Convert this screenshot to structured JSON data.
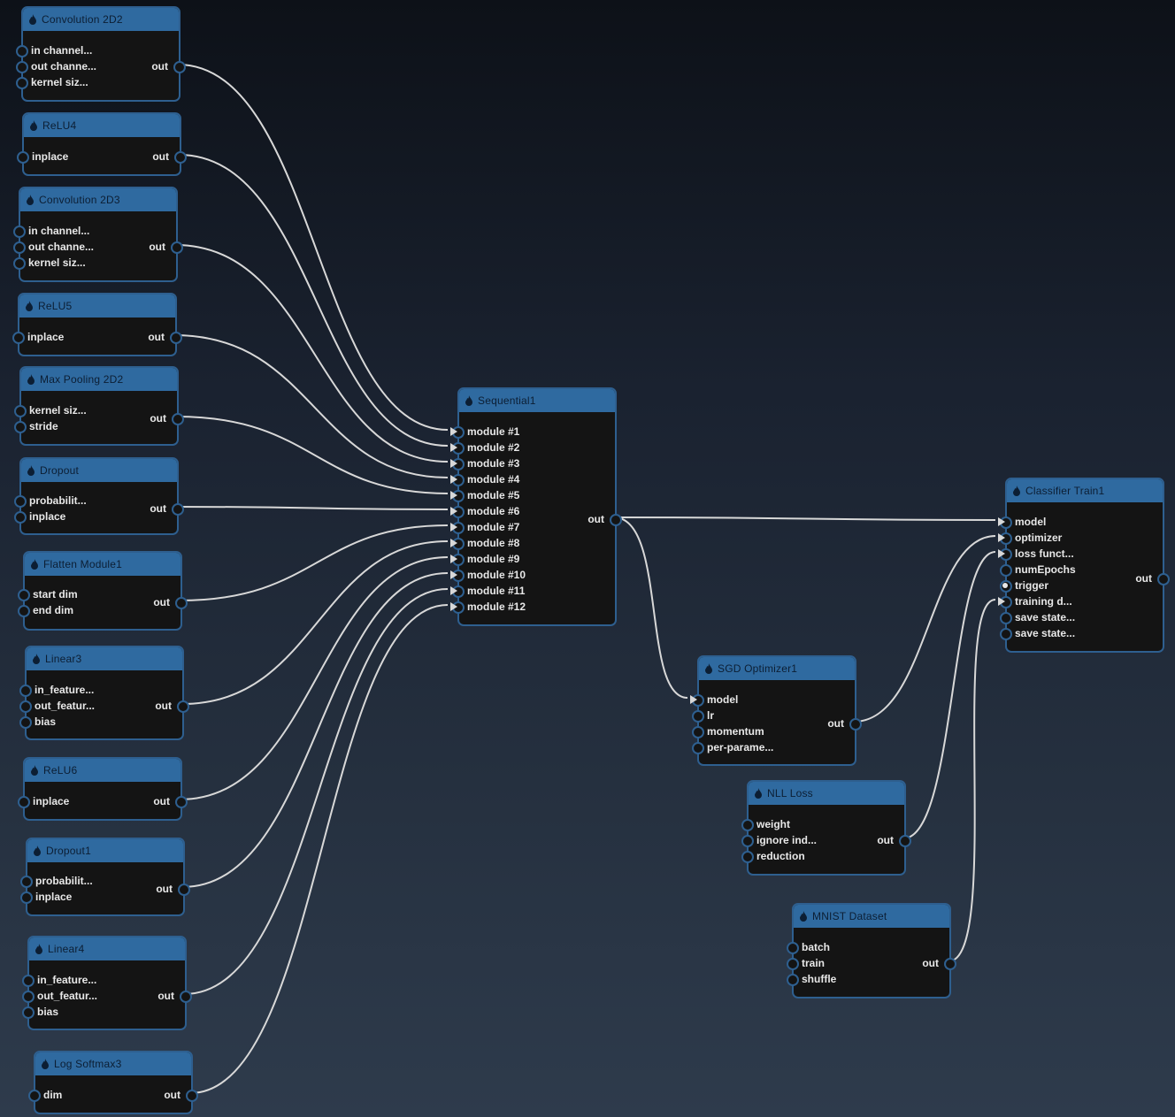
{
  "colors": {
    "header": "#2f6aa0",
    "body": "#141414",
    "border": "#2e5f8f",
    "wire": "#d8d8d8",
    "text": "#e8e8e8"
  },
  "nodes": [
    {
      "id": "conv2d2",
      "title": "Convolution 2D2",
      "inputs": [
        "in channel...",
        "out channe...",
        "kernel siz..."
      ],
      "output": "out"
    },
    {
      "id": "relu4",
      "title": "ReLU4",
      "inputs": [
        "inplace"
      ],
      "output": "out"
    },
    {
      "id": "conv2d3",
      "title": "Convolution 2D3",
      "inputs": [
        "in channel...",
        "out channe...",
        "kernel siz..."
      ],
      "output": "out"
    },
    {
      "id": "relu5",
      "title": "ReLU5",
      "inputs": [
        "inplace"
      ],
      "output": "out"
    },
    {
      "id": "maxpool",
      "title": "Max Pooling 2D2",
      "inputs": [
        "kernel siz...",
        "stride"
      ],
      "output": "out"
    },
    {
      "id": "dropout",
      "title": "Dropout",
      "inputs": [
        "probabilit...",
        "inplace"
      ],
      "output": "out"
    },
    {
      "id": "flatten",
      "title": "Flatten Module1",
      "inputs": [
        "start dim",
        "end dim"
      ],
      "output": "out"
    },
    {
      "id": "linear3",
      "title": "Linear3",
      "inputs": [
        "in_feature...",
        "out_featur...",
        "bias"
      ],
      "output": "out"
    },
    {
      "id": "relu6",
      "title": "ReLU6",
      "inputs": [
        "inplace"
      ],
      "output": "out"
    },
    {
      "id": "dropout1",
      "title": "Dropout1",
      "inputs": [
        "probabilit...",
        "inplace"
      ],
      "output": "out"
    },
    {
      "id": "linear4",
      "title": "Linear4",
      "inputs": [
        "in_feature...",
        "out_featur...",
        "bias"
      ],
      "output": "out"
    },
    {
      "id": "logsoftmax",
      "title": "Log Softmax3",
      "inputs": [
        "dim"
      ],
      "output": "out"
    },
    {
      "id": "sequential",
      "title": "Sequential1",
      "inputs": [
        "module #1",
        "module #2",
        "module #3",
        "module #4",
        "module #5",
        "module #6",
        "module #7",
        "module #8",
        "module #9",
        "module #10",
        "module #11",
        "module #12"
      ],
      "output": "out"
    },
    {
      "id": "sgd",
      "title": "SGD Optimizer1",
      "inputs": [
        "model",
        "lr",
        "momentum",
        "per-parame..."
      ],
      "output": "out"
    },
    {
      "id": "nll",
      "title": "NLL Loss",
      "inputs": [
        "weight",
        "ignore ind...",
        "reduction"
      ],
      "output": "out"
    },
    {
      "id": "mnist",
      "title": "MNIST Dataset",
      "inputs": [
        "batch",
        "train",
        "shuffle"
      ],
      "output": "out"
    },
    {
      "id": "classifier",
      "title": "Classifier Train1",
      "inputs": [
        "model",
        "optimizer",
        "loss funct...",
        "numEpochs",
        "trigger",
        "training d...",
        "save state...",
        "save state..."
      ],
      "output": "out"
    }
  ],
  "connections": [
    {
      "from": "conv2d2",
      "to": "sequential",
      "input": 0
    },
    {
      "from": "relu4",
      "to": "sequential",
      "input": 1
    },
    {
      "from": "conv2d3",
      "to": "sequential",
      "input": 2
    },
    {
      "from": "relu5",
      "to": "sequential",
      "input": 3
    },
    {
      "from": "maxpool",
      "to": "sequential",
      "input": 4
    },
    {
      "from": "dropout",
      "to": "sequential",
      "input": 5
    },
    {
      "from": "flatten",
      "to": "sequential",
      "input": 6
    },
    {
      "from": "linear3",
      "to": "sequential",
      "input": 7
    },
    {
      "from": "relu6",
      "to": "sequential",
      "input": 8
    },
    {
      "from": "dropout1",
      "to": "sequential",
      "input": 9
    },
    {
      "from": "linear4",
      "to": "sequential",
      "input": 10
    },
    {
      "from": "logsoftmax",
      "to": "sequential",
      "input": 11
    },
    {
      "from": "sequential",
      "to": "classifier",
      "input": 0
    },
    {
      "from": "sequential",
      "to": "sgd",
      "input": 0
    },
    {
      "from": "sgd",
      "to": "classifier",
      "input": 1
    },
    {
      "from": "nll",
      "to": "classifier",
      "input": 2
    },
    {
      "from": "mnist",
      "to": "classifier",
      "input": 5
    }
  ],
  "trigger_port": {
    "node": "classifier",
    "input": 4
  }
}
